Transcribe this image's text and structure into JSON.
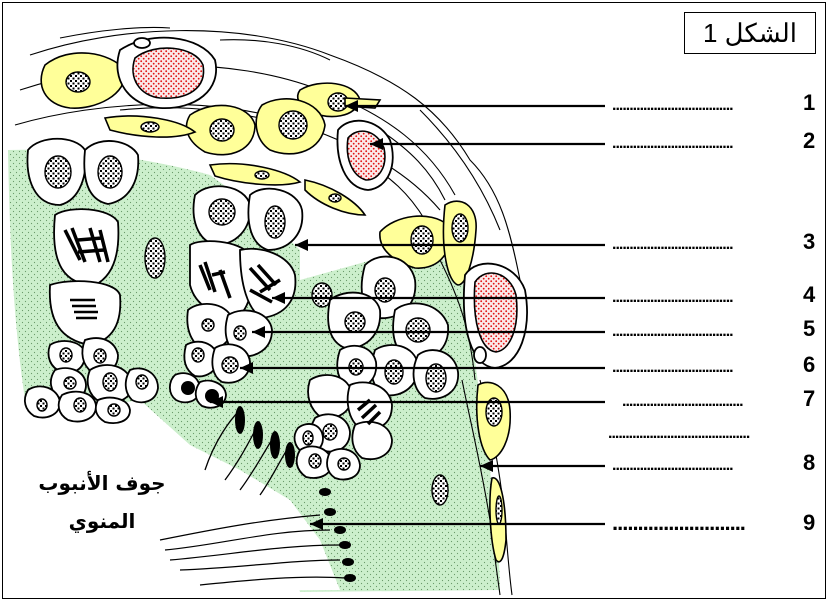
{
  "figure": {
    "title": "الشكل 1",
    "lumen_label_line1": "جوف الأنبوب",
    "lumen_label_line2": "المنوي"
  },
  "labels": [
    {
      "number": "1",
      "blank": "..................................."
    },
    {
      "number": "2",
      "blank": "..................................."
    },
    {
      "number": "3",
      "blank": "..................................."
    },
    {
      "number": "4",
      "blank": "..................................."
    },
    {
      "number": "5",
      "blank": "..................................."
    },
    {
      "number": "6",
      "blank": "..................................."
    },
    {
      "number": "7",
      "blank": "..................................."
    },
    {
      "number": "",
      "blank": "........................................."
    },
    {
      "number": "8",
      "blank": "..................................."
    },
    {
      "number": "9",
      "blank": ".........................."
    }
  ],
  "colors": {
    "tissue_green": "#ccefcc",
    "interstitial_yellow": "#ffff99",
    "blood_red": "#e01010"
  }
}
